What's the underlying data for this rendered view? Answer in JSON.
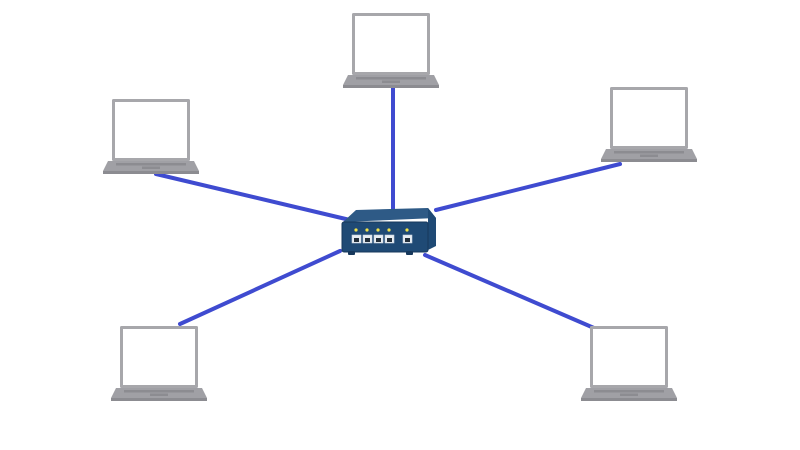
{
  "diagram": {
    "topology": "star",
    "hub": {
      "kind": "network switch",
      "icon": "network-switch-icon",
      "port_count": 5,
      "body_color": "#2e5a86",
      "face_color": "#1f4a75",
      "led_color": "#f2e34a"
    },
    "nodes": [
      {
        "id": "laptop-top",
        "icon": "laptop-icon"
      },
      {
        "id": "laptop-upper-left",
        "icon": "laptop-icon"
      },
      {
        "id": "laptop-upper-right",
        "icon": "laptop-icon"
      },
      {
        "id": "laptop-lower-left",
        "icon": "laptop-icon"
      },
      {
        "id": "laptop-lower-right",
        "icon": "laptop-icon"
      }
    ],
    "connections": [
      {
        "from": "switch",
        "to": "laptop-top"
      },
      {
        "from": "switch",
        "to": "laptop-upper-left"
      },
      {
        "from": "switch",
        "to": "laptop-upper-right"
      },
      {
        "from": "switch",
        "to": "laptop-lower-left"
      },
      {
        "from": "switch",
        "to": "laptop-lower-right"
      }
    ],
    "colors": {
      "cable": "#3f4bd0",
      "laptop_frame": "#a7a7ab",
      "laptop_screen": "#ffffff",
      "laptop_base": "#a0a0a5",
      "laptop_keys": "#8c8c91"
    }
  }
}
